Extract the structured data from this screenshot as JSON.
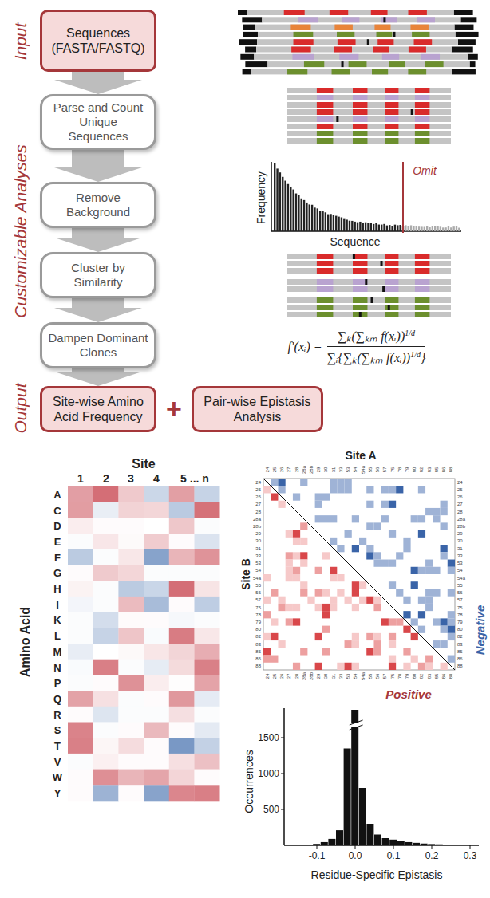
{
  "diagram": {
    "nodes": [
      {
        "text": [
          "Sequences (FASTA/FASTQ)"
        ]
      },
      {
        "text": [
          "Parse and Count Unique Sequences"
        ]
      },
      {
        "text": [
          "Remove Background"
        ]
      },
      {
        "text": [
          "Cluster by Similarity"
        ]
      },
      {
        "text": [
          "Dampen Dominant Clones"
        ]
      },
      {
        "text": [
          "Site-wise Amino Acid Frequency"
        ]
      },
      {
        "text": [
          "Pair-wise Epistasis Analysis"
        ]
      }
    ],
    "edges": [
      {
        "from": 0,
        "to": 1,
        "arrow": "to"
      },
      {
        "from": 1,
        "to": 2,
        "arrow": "to"
      },
      {
        "from": 2,
        "to": 3,
        "arrow": "to"
      },
      {
        "from": 3,
        "to": 4,
        "arrow": "to"
      },
      {
        "from": 4,
        "to": 5,
        "arrow": "to"
      }
    ],
    "labels": [
      "Input",
      "Customizable Analyses",
      "Output",
      "+",
      "Omit",
      "Frequency",
      "Sequence",
      "f′(xᵢ) =",
      "∑ₖ(∑ₖₘ f(xᵢ))",
      "1/d",
      "∑ᵢ{∑ₖ(∑ₖₘ f(xᵢ))",
      "1/d",
      "}",
      "Site",
      "1",
      "2",
      "3",
      "4",
      "5 ... n",
      "A",
      "C",
      "D",
      "E",
      "F",
      "G",
      "H",
      "I",
      "K",
      "L",
      "M",
      "N",
      "P",
      "Q",
      "R",
      "S",
      "T",
      "V",
      "W",
      "Y",
      "Amino Acid",
      "Site A",
      "Site B",
      "Positive",
      "Negative",
      "Occurrences",
      "1500",
      "1000",
      "500",
      "-0.1",
      "0.0",
      "0.1",
      "0.2",
      "0.3",
      "Residue-Specific Epistasis",
      "24",
      "25",
      "26",
      "27",
      "28",
      "28a",
      "28b",
      "29",
      "30",
      "31",
      "33",
      "53",
      "54",
      "54a",
      "55",
      "56",
      "57",
      "75",
      "78",
      "79",
      "80",
      "82",
      "83",
      "85",
      "86",
      "88",
      "24",
      "25",
      "26",
      "27",
      "28",
      "28a",
      "28b",
      "29",
      "30",
      "31",
      "33",
      "53",
      "54",
      "54a",
      "55",
      "56",
      "57",
      "75",
      "78",
      "79",
      "80",
      "82",
      "83",
      "85",
      "86",
      "88",
      "24",
      "25",
      "26",
      "27",
      "28",
      "28a",
      "28b",
      "29",
      "30",
      "31",
      "33",
      "53",
      "54",
      "54a",
      "55",
      "56",
      "57",
      "75",
      "78",
      "79",
      "80",
      "82",
      "83",
      "85",
      "86",
      "88",
      "24",
      "25",
      "26",
      "27",
      "28",
      "28a",
      "28b",
      "29",
      "30",
      "31",
      "33",
      "53",
      "54",
      "54a",
      "55",
      "56",
      "57",
      "75",
      "78",
      "79",
      "80",
      "82",
      "83",
      "85",
      "86",
      "88"
    ]
  }
}
